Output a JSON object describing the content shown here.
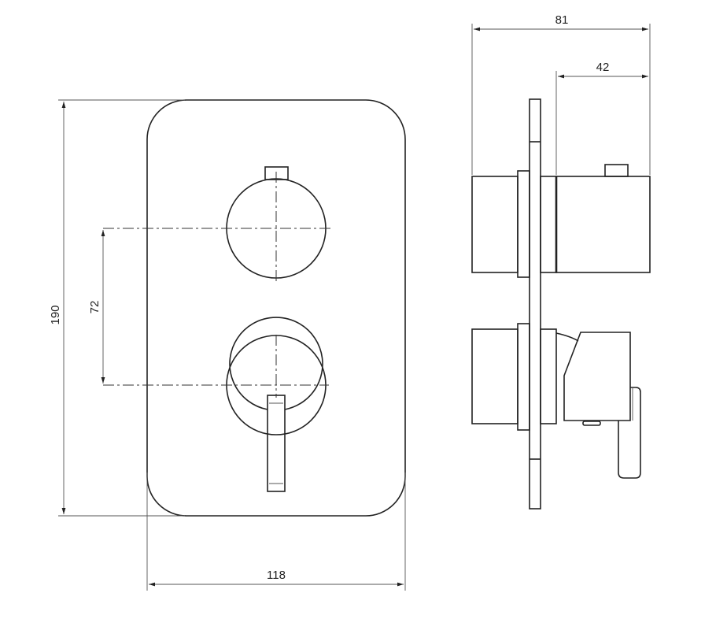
{
  "dimensions": {
    "height_total": "190",
    "knob_spacing": "72",
    "width_total": "118",
    "depth_total": "81",
    "depth_front": "42"
  },
  "colors": {
    "line": "#222222",
    "background": "#ffffff"
  }
}
